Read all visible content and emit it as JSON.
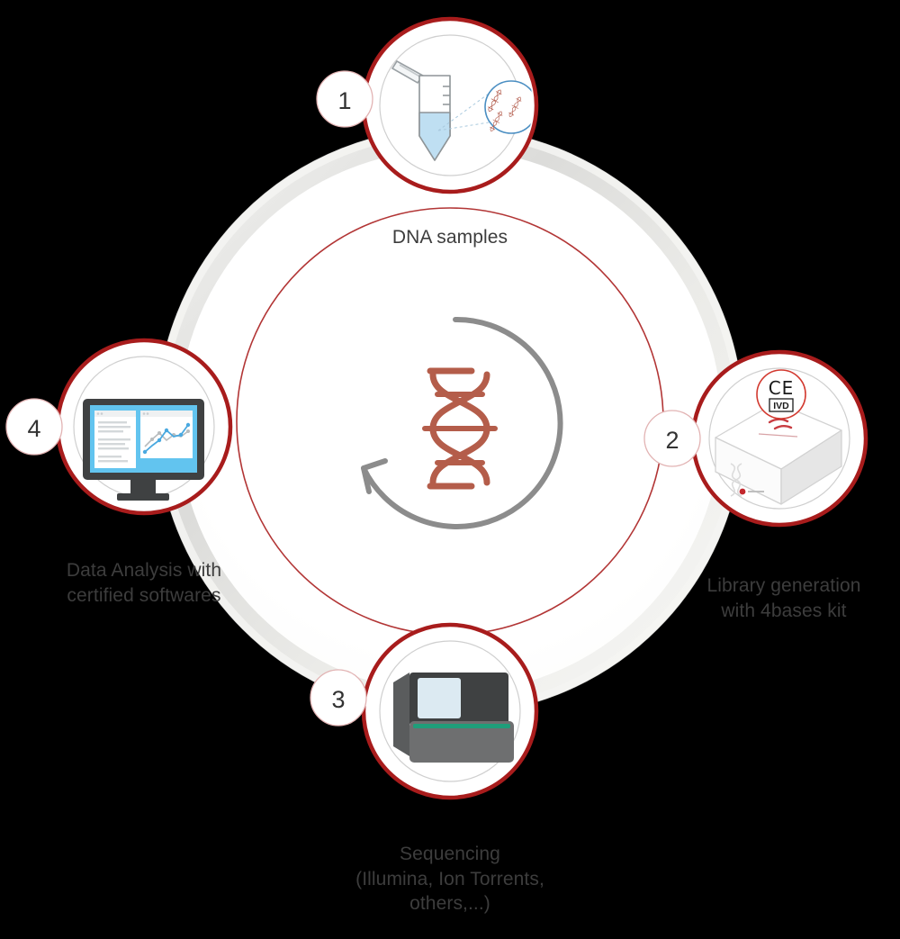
{
  "diagram": {
    "title": "NGS workflow cycle",
    "background_color": "#000000",
    "disc_color": "#ffffff",
    "accent_red": "#a81c1c",
    "thin_red": "#b23535",
    "dna_color": "#b45d4a",
    "arrow_gray": "#8c8c8c",
    "label_color": "#3d3d3d",
    "center_icon": "dna-double-helix-icon",
    "cycle_arrow": "circular-arrow-counterclockwise-icon"
  },
  "steps": [
    {
      "number": "1",
      "label": "DNA samples",
      "icon": "test-tube-with-dna-magnifier-icon",
      "position": "top",
      "colors": {
        "liquid": "#bfdff2",
        "magnifier_ring": "#4a8ec2",
        "dna_strands": "#b25a4a"
      }
    },
    {
      "number": "2",
      "label": "Library generation\nwith 4bases kit",
      "icon": "reagent-kit-box-icon",
      "badge": "ce-ivd-mark-icon",
      "badge_text_top": "CE",
      "badge_text_bottom": "IVD",
      "position": "right",
      "colors": {
        "box_top": "#ffffff",
        "box_side": "#e3e3e3",
        "brand": "#c2272d"
      }
    },
    {
      "number": "3",
      "label": "Sequencing\n(Illumina, Ion Torrents,\nothers,...)",
      "icon": "sequencer-instrument-icon",
      "position": "bottom",
      "colors": {
        "body_dark": "#3f4142",
        "body_mid": "#6e6f70",
        "screen": "#dceaf2",
        "accent": "#1f9e7a"
      }
    },
    {
      "number": "4",
      "label": "Data Analysis with\ncertified softwares",
      "icon": "desktop-monitor-chart-icon",
      "position": "left",
      "colors": {
        "bezel": "#3f4142",
        "screen": "#62c4ef",
        "panel": "#ffffff",
        "line1": "#4aa9e0",
        "line2": "#b8bcbe"
      }
    }
  ]
}
